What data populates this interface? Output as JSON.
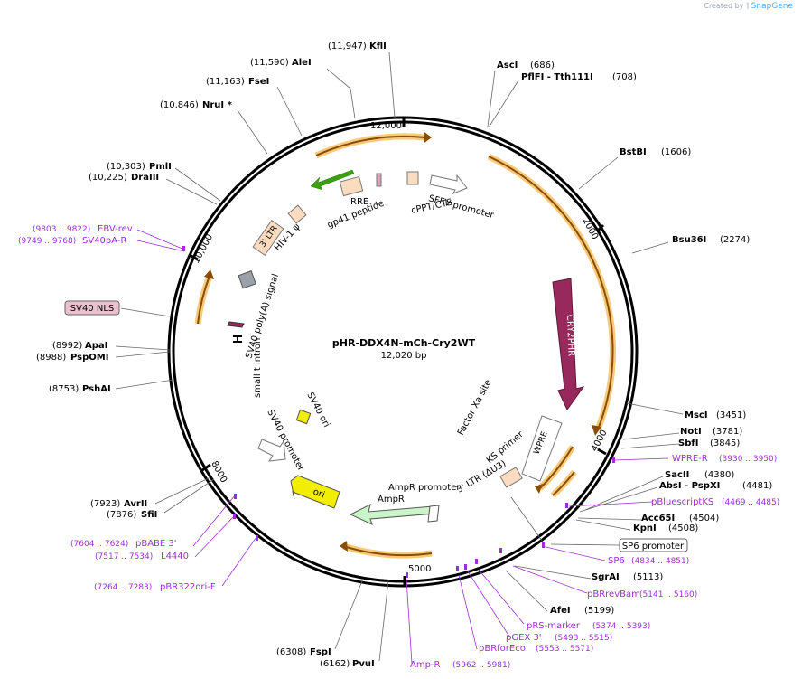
{
  "brand": {
    "prefix": "Created by",
    "name": "SnapGene"
  },
  "plasmid": {
    "name": "pHR-DDX4N-mCh-Cry2WT",
    "length": "12,020 bp"
  },
  "ticks": [
    "12,000",
    "2000",
    "4000",
    "5000",
    "8000",
    "10,000"
  ],
  "restriction_sites": [
    {
      "pos": "(11,947)",
      "name": "KflI"
    },
    {
      "pos": "(11,590)",
      "name": "AleI"
    },
    {
      "pos": "(11,163)",
      "name": "FseI"
    },
    {
      "pos": "(10,846)",
      "name": "NruI *"
    },
    {
      "pos": "(10,303)",
      "name": "PmlI"
    },
    {
      "pos": "(10,225)",
      "name": "DraIII"
    },
    {
      "pos": "(686)",
      "name": "AscI"
    },
    {
      "pos": "(708)",
      "name": "PflFI  - Tth111I"
    },
    {
      "pos": "(1606)",
      "name": "BstBI"
    },
    {
      "pos": "(2274)",
      "name": "Bsu36I"
    },
    {
      "pos": "(3451)",
      "name": "MscI"
    },
    {
      "pos": "(3781)",
      "name": "NotI"
    },
    {
      "pos": "(3845)",
      "name": "SbfI"
    },
    {
      "pos": "(4380)",
      "name": "SacII"
    },
    {
      "pos": "(4481)",
      "name": "AbsI  - PspXI"
    },
    {
      "pos": "(4504)",
      "name": "Acc65I"
    },
    {
      "pos": "(4508)",
      "name": "KpnI"
    },
    {
      "pos": "(5113)",
      "name": "SgrAI"
    },
    {
      "pos": "(5199)",
      "name": "AfeI"
    },
    {
      "pos": "(8992)",
      "name": "ApaI"
    },
    {
      "pos": "(8988)",
      "name": "PspOMI"
    },
    {
      "pos": "(8753)",
      "name": "PshAI"
    },
    {
      "pos": "(7923)",
      "name": "AvrII"
    },
    {
      "pos": "(7876)",
      "name": "SfiI"
    },
    {
      "pos": "(6308)",
      "name": "FspI"
    },
    {
      "pos": "(6162)",
      "name": "PvuI"
    }
  ],
  "primers": [
    {
      "pos": "(9803 .. 9822)",
      "name": "EBV-rev"
    },
    {
      "pos": "(9749 .. 9768)",
      "name": "SV40pA-R"
    },
    {
      "pos": "(3930 .. 3950)",
      "name": "WPRE-R"
    },
    {
      "pos": "(4469 .. 4485)",
      "name": "pBluescriptKS"
    },
    {
      "pos": "(4834 .. 4851)",
      "name": "SP6"
    },
    {
      "pos": "(5141 .. 5160)",
      "name": "pBRrevBam"
    },
    {
      "pos": "(5374 .. 5393)",
      "name": "pRS-marker"
    },
    {
      "pos": "(5493 .. 5515)",
      "name": "pGEX 3'"
    },
    {
      "pos": "(5553 .. 5571)",
      "name": "pBRforEco"
    },
    {
      "pos": "(5962 .. 5981)",
      "name": "Amp-R"
    },
    {
      "pos": "(7604 .. 7624)",
      "name": "pBABE 3'"
    },
    {
      "pos": "(7517 .. 7534)",
      "name": "L4440"
    },
    {
      "pos": "(7264 .. 7283)",
      "name": "pBR322ori-F"
    }
  ],
  "boxed_features": {
    "sv40_nls": "SV40 NLS",
    "sp6_promoter": "SP6 promoter"
  },
  "features": {
    "cry2phr": "CRY2PHR",
    "sffv": "SFFV promoter",
    "cppt": "cPPT/CTS",
    "rre": "RRE",
    "gp41": "gp41 peptide",
    "hiv_psi": "HIV-1 ψ",
    "ltr3": "3' LTR",
    "sv40_polya": "SV40 poly(A) signal",
    "small_t": "small t intron",
    "sv40_ori": "SV40 ori",
    "sv40_promoter": "SV40 promoter",
    "ori": "ori",
    "ampr": "AmpR",
    "ampr_promoter": "AmpR promoter",
    "ltr3_du3": "3' LTR (ΔU3)",
    "ks_primer": "KS primer",
    "factor_xa": "Factor Xa site",
    "wpre": "WPRE"
  },
  "colors": {
    "primer": "#9b2fd6",
    "orf_highlight": "#f7c97a",
    "orf_line": "#8a4d00",
    "cry2": "#98295c",
    "ori": "#f2ee00",
    "ampr": "#c9f5c9",
    "ltr": "#fbdcc0",
    "green_arrow": "#3aa011",
    "grey_box": "#9aa1a8",
    "sv40_nls_box": "#ebc0cf"
  }
}
